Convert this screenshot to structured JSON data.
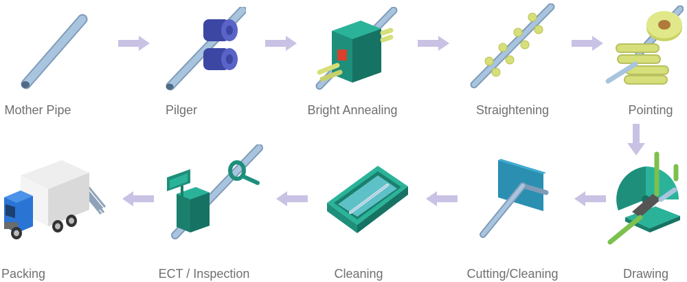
{
  "process": {
    "row1": [
      {
        "id": "mother-pipe",
        "label": "Mother Pipe"
      },
      {
        "id": "pilger",
        "label": "Pilger"
      },
      {
        "id": "bright-annealing",
        "label": "Bright Annealing"
      },
      {
        "id": "straightening",
        "label": "Straightening"
      },
      {
        "id": "pointing",
        "label": "Pointing"
      }
    ],
    "row2": [
      {
        "id": "packing",
        "label": "Packing"
      },
      {
        "id": "ect-inspection",
        "label": "ECT / Inspection"
      },
      {
        "id": "cleaning",
        "label": "Cleaning"
      },
      {
        "id": "cutting-cleaning",
        "label": "Cutting/Cleaning"
      },
      {
        "id": "drawing",
        "label": "Drawing"
      }
    ]
  },
  "colors": {
    "pipe": "#a9c4de",
    "pipe_dark": "#7f9bb8",
    "machine_green": "#1e8f7a",
    "machine_green_light": "#2bb39a",
    "roller_blue": "#4b55b8",
    "roller_yellow": "#d6df7a",
    "arrow": "#c9c2e4",
    "label_text": "#6f6f6f"
  }
}
